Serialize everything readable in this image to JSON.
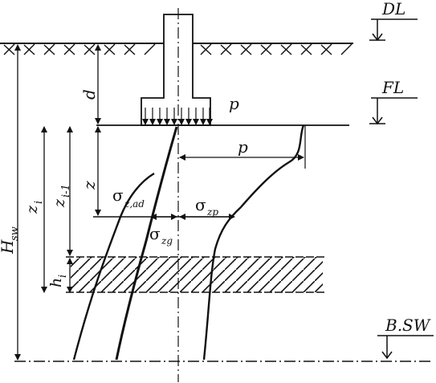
{
  "levels": {
    "ground": "DL",
    "foundation": "FL",
    "water": "B.SW"
  },
  "labels": {
    "p_load": "p",
    "p_width": "p",
    "d": "d",
    "z": "z",
    "zi_1": "z",
    "zi_1_sub": "i-1",
    "zi": "z",
    "zi_sub": "i",
    "hi": "h",
    "hi_sub": "i",
    "hsw": "H",
    "hsw_sub": "sw",
    "sigma_zad": "σ",
    "sigma_zad_sub": "z,ad",
    "sigma_zp": "σ",
    "sigma_zp_sub": "zp",
    "sigma_zg": "σ",
    "sigma_zg_sub": "zg"
  },
  "colors": {
    "ink": "#111111",
    "background": "#ffffff"
  }
}
